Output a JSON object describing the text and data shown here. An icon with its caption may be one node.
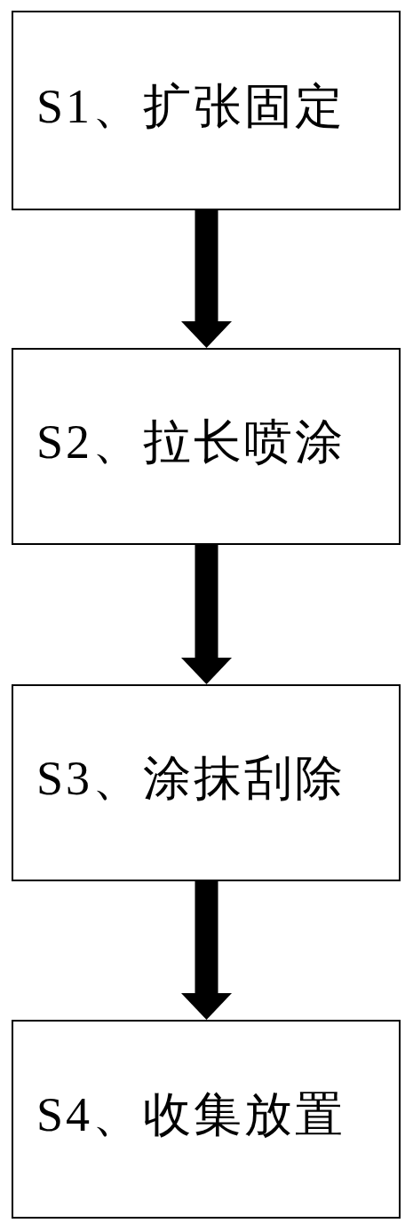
{
  "diagram": {
    "nodes": [
      {
        "text": [
          "S1、扩张固定"
        ]
      },
      {
        "text": [
          "S2、拉长喷涂"
        ]
      },
      {
        "text": [
          "S3、涂抹刮除"
        ]
      },
      {
        "text": [
          "S4、收集放置"
        ]
      }
    ],
    "edges": [
      {
        "from": 0,
        "to": 1,
        "arrow": "to"
      },
      {
        "from": 1,
        "to": 2,
        "arrow": "to"
      },
      {
        "from": 2,
        "to": 3,
        "arrow": "to"
      }
    ]
  }
}
